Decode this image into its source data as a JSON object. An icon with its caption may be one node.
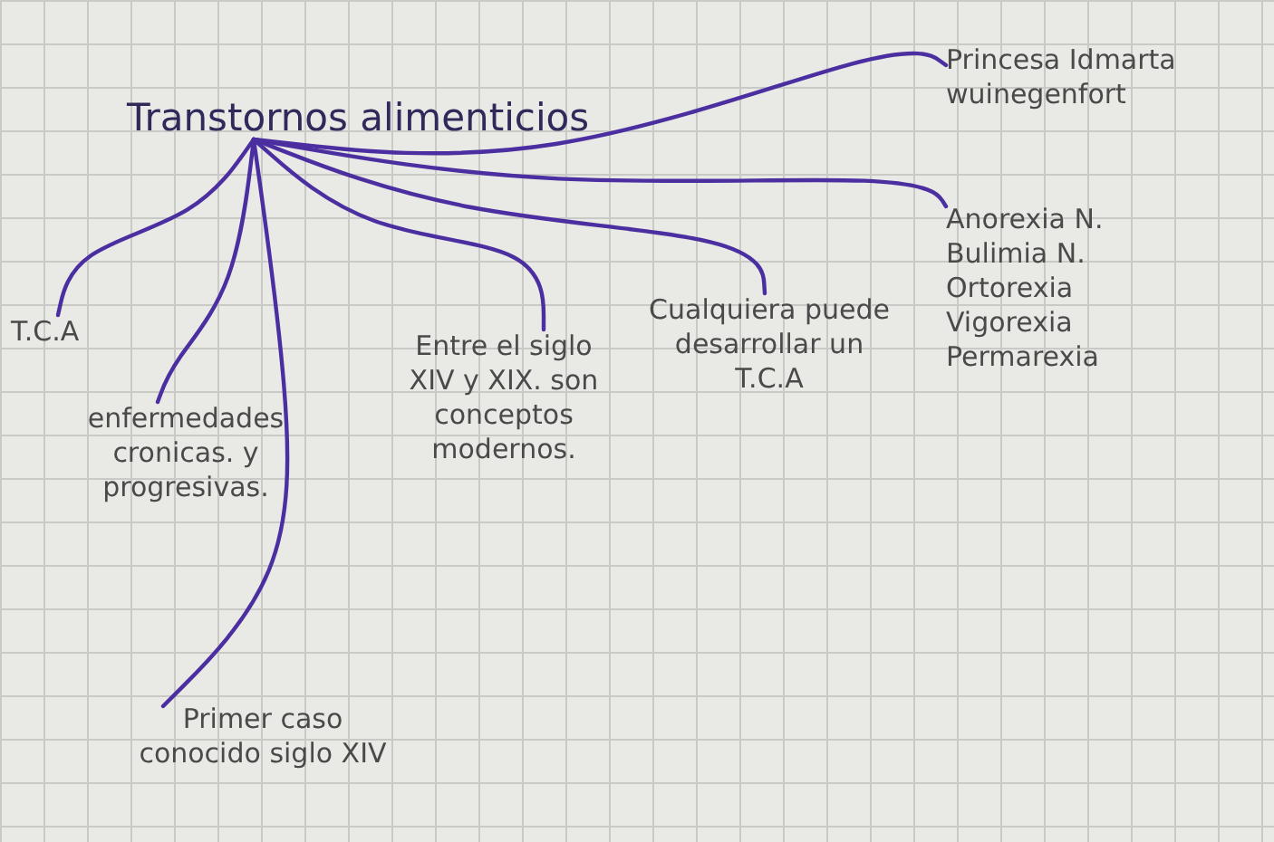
{
  "diagram": {
    "nodes": [
      {
        "text": [
          "Transtornos alimenticios"
        ]
      },
      {
        "text": [
          "T.C.A"
        ]
      },
      {
        "text": [
          "enfermedades cronicas. y progresivas."
        ]
      },
      {
        "text": [
          "Primer caso conocido siglo XIV"
        ]
      },
      {
        "text": [
          "Entre el siglo XIV y XIX. son conceptos modernos."
        ]
      },
      {
        "text": [
          "Cualquiera puede desarrollar un T.C.A"
        ]
      },
      {
        "text": [
          "Anorexia N.",
          "Bulimia N.",
          "Ortorexia",
          "Vigorexia",
          "Permarexia"
        ]
      },
      {
        "text": [
          "Princesa Idmarta wuinegenfort"
        ]
      }
    ],
    "edges": [
      {
        "from": 0,
        "to": 1,
        "arrow": "none"
      },
      {
        "from": 0,
        "to": 2,
        "arrow": "none"
      },
      {
        "from": 0,
        "to": 3,
        "arrow": "none"
      },
      {
        "from": 0,
        "to": 4,
        "arrow": "none"
      },
      {
        "from": 0,
        "to": 5,
        "arrow": "none"
      },
      {
        "from": 0,
        "to": 6,
        "arrow": "none"
      },
      {
        "from": 0,
        "to": 7,
        "arrow": "none"
      }
    ]
  }
}
